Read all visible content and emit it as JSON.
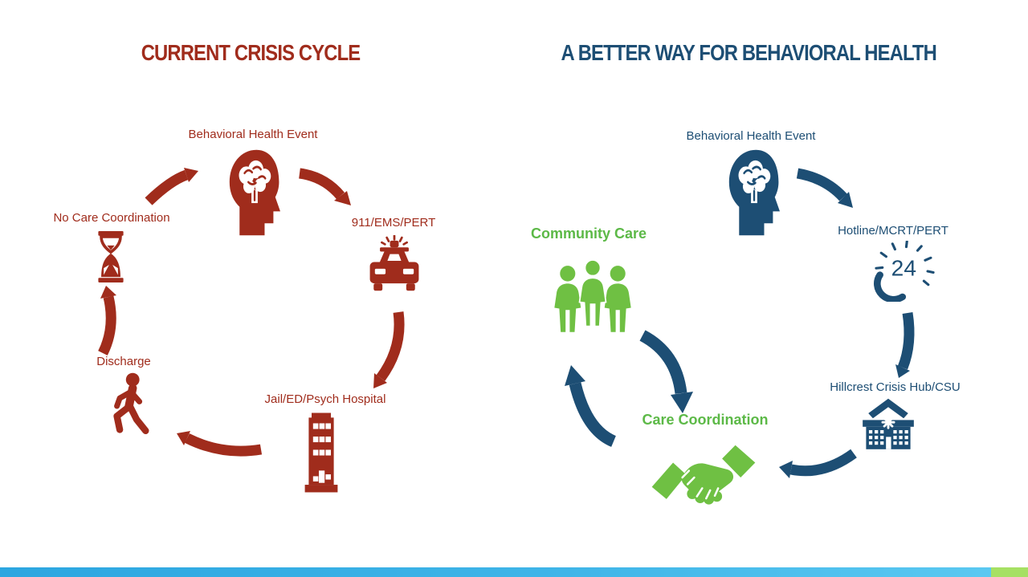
{
  "left": {
    "title": "CURRENT CRISIS CYCLE",
    "color": "#A02C1C",
    "node_bhe": "Behavioral Health Event",
    "node_911": "911/EMS/PERT",
    "node_jail": "Jail/ED/Psych Hospital",
    "node_discharge": "Discharge",
    "node_ncc": "No Care Coordination",
    "cycle_order": [
      "Behavioral Health Event",
      "911/EMS/PERT",
      "Jail/ED/Psych Hospital",
      "Discharge",
      "No Care Coordination",
      "Behavioral Health Event"
    ]
  },
  "right": {
    "title": "A BETTER WAY FOR BEHAVIORAL HEALTH",
    "color": "#1D4E74",
    "green": "#5CB947",
    "node_bhe": "Behavioral Health Event",
    "node_hotline": "Hotline/MCRT/PERT",
    "hotline_icon_text": "24",
    "node_hub": "Hillcrest Crisis Hub/CSU",
    "node_cc": "Care Coordination",
    "node_community": "Community Care",
    "cycle_order": [
      "Behavioral Health Event",
      "Hotline/MCRT/PERT",
      "Hillcrest Crisis Hub/CSU",
      "Care Coordination",
      "Community Care"
    ],
    "two_way_loop": [
      "Care Coordination",
      "Community Care"
    ]
  },
  "footer": {
    "bar_blue_start": "#2CA6E0",
    "bar_blue_end": "#5AC8F1",
    "bar_green": "#A6E063"
  }
}
